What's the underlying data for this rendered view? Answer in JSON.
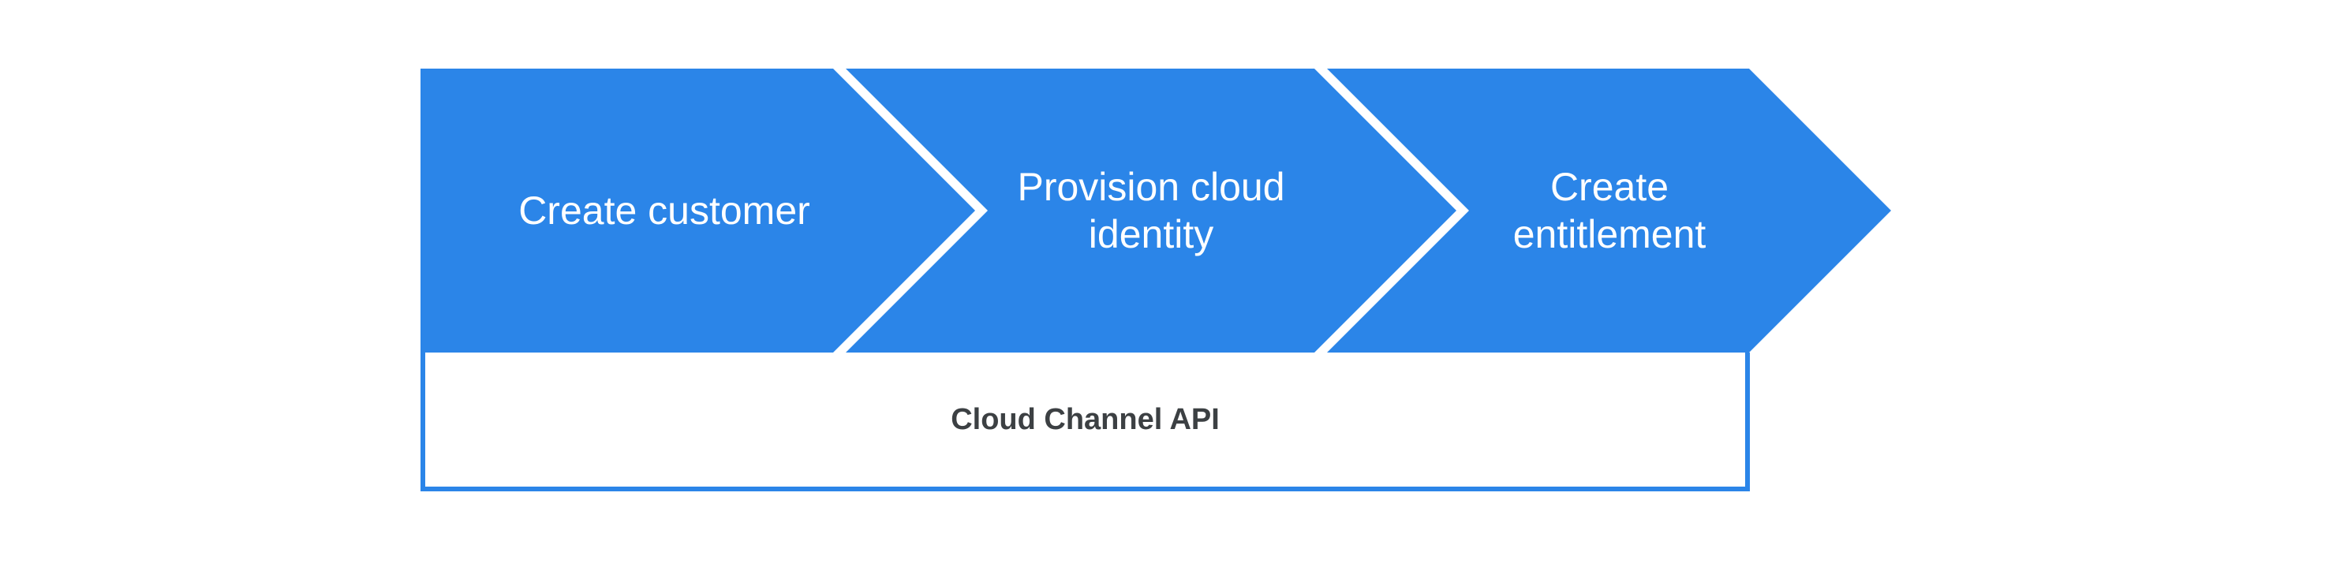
{
  "canvas": {
    "background": "#FFFFFF"
  },
  "flow": {
    "type": "process-chevron-flow",
    "direction": "left-to-right",
    "arrow_color": "#2B85E8",
    "label_color": "#FFFFFF",
    "steps": [
      {
        "index": 1,
        "label": "Create customer"
      },
      {
        "index": 2,
        "label": "Provision cloud identity"
      },
      {
        "index": 3,
        "label": "Create entitlement"
      }
    ]
  },
  "api_bar": {
    "label": "Cloud Channel API",
    "fill": "#FFFFFF",
    "border_color": "#2B85E8",
    "text_color": "#3C4043"
  }
}
